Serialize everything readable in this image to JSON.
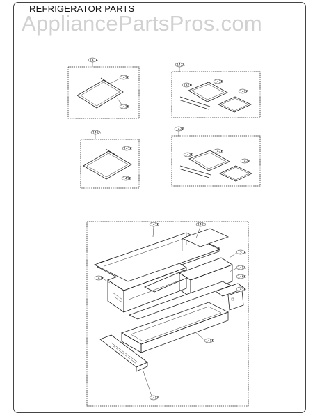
{
  "header": {
    "title": "REFRIGERATOR PARTS",
    "watermark": "AppliancePartsPros.com"
  },
  "callouts": {
    "a1": "141A",
    "a2": "141C",
    "a3": "141B",
    "b1": "142A",
    "b2": "142D",
    "b3": "142B",
    "b4": "142A",
    "c1": "141A",
    "c2": "141C",
    "c3": "141B",
    "d1": "142A",
    "d2": "142D",
    "d3": "142B",
    "d4": "142A",
    "e1": "141D",
    "e2": "141G",
    "e3": "151A",
    "e4": "145A",
    "e5": "146C",
    "e6": "141E",
    "e7": "145B",
    "e8": "145D",
    "e9": "145A"
  }
}
